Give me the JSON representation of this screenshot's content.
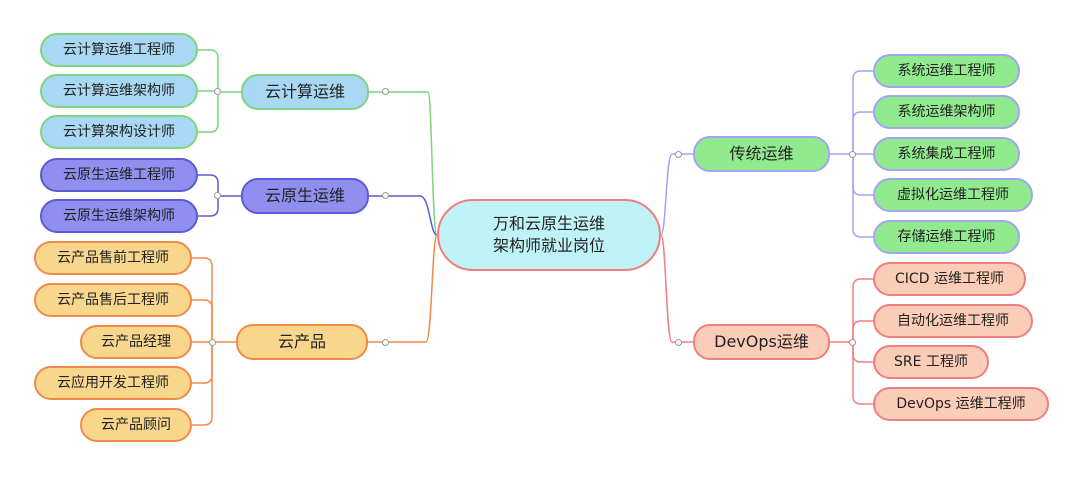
{
  "root": {
    "line1": "万和云原生运维",
    "line2": "架构师就业岗位"
  },
  "branches": {
    "cloud_ops": {
      "label": "云计算运维",
      "line_color": "#7fd47f",
      "children": [
        "云计算运维工程师",
        "云计算运维架构师",
        "云计算架构设计师"
      ]
    },
    "cloud_native_ops": {
      "label": "云原生运维",
      "line_color": "#5b5bd2",
      "children": [
        "云原生运维工程师",
        "云原生运维架构师"
      ]
    },
    "cloud_product": {
      "label": "云产品",
      "line_color": "#f08a4b",
      "children": [
        "云产品售前工程师",
        "云产品售后工程师",
        "云产品经理",
        "云应用开发工程师",
        "云产品顾问"
      ]
    },
    "traditional_ops": {
      "label": "传统运维",
      "line_color": "#a4a4f2",
      "children": [
        "系统运维工程师",
        "系统运维架构师",
        "系统集成工程师",
        "虚拟化运维工程师",
        "存储运维工程师"
      ]
    },
    "devops_ops": {
      "label": "DevOps运维",
      "line_color": "#f07f7f",
      "children": [
        "CICD 运维工程师",
        "自动化运维工程师",
        "SRE 工程师",
        "DevOps 运维工程师"
      ]
    }
  }
}
